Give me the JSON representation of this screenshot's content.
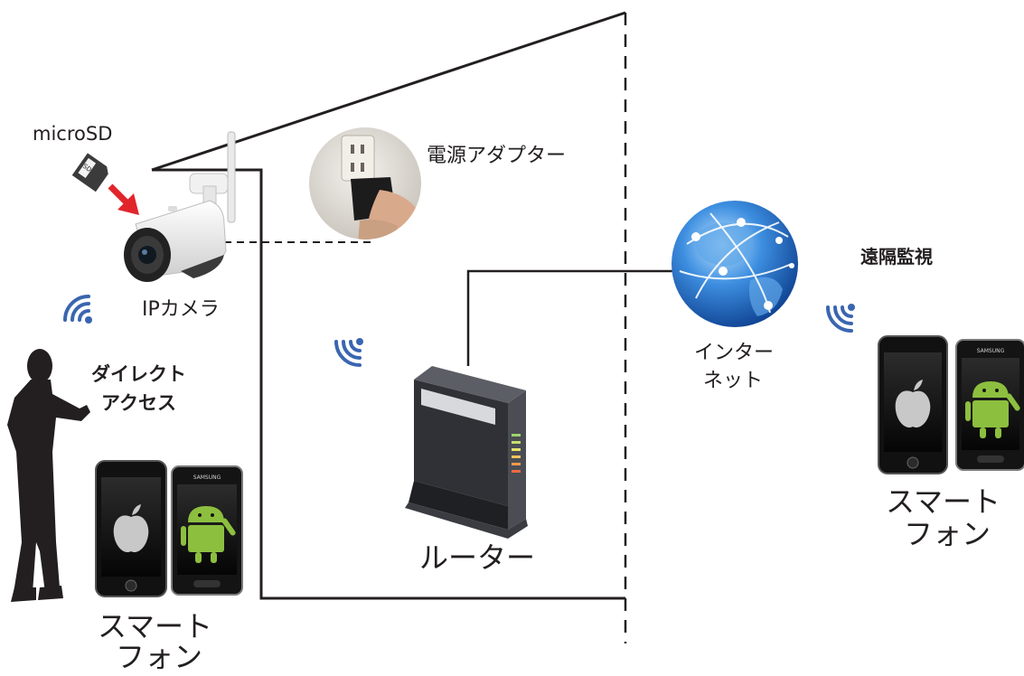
{
  "labels": {
    "microsd": "microSD",
    "power_adapter": "電源アダプター",
    "ip_camera": "IPカメラ",
    "direct_access_line1": "ダイレクト",
    "direct_access_line2": "アクセス",
    "smartphone_left_line1": "スマート",
    "smartphone_left_line2": "フォン",
    "router": "ルーター",
    "internet_line1": "インター",
    "internet_line2": "ネット",
    "remote_monitoring": "遠隔監視",
    "smartphone_right_line1": "スマート",
    "smartphone_right_line2": "フォン"
  },
  "device_text": {
    "sd_card": "SD",
    "samsung": "SAMSUNG"
  },
  "colors": {
    "line": "#231f20",
    "wifi_blue": "#3a66b0",
    "arrow_red": "#e1252b",
    "globe_blue": "#2a6fc9",
    "router_dark": "#33353a"
  },
  "icons": [
    "microsd-card-icon",
    "red-arrow-icon",
    "ip-camera-icon",
    "power-adapter-photo",
    "wifi-signal-icon",
    "person-silhouette-icon",
    "iphone-icon",
    "android-phone-icon",
    "router-icon",
    "globe-icon"
  ]
}
